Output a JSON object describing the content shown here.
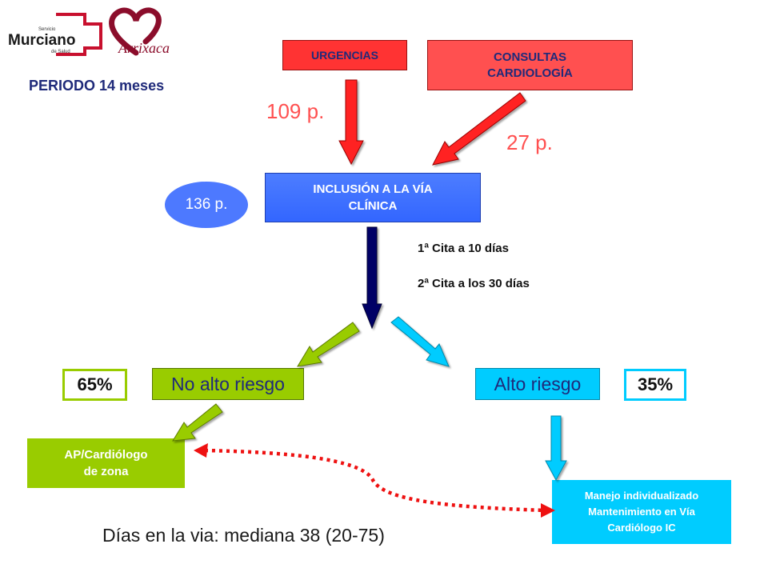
{
  "logos": {
    "servicio_line1": "Servicio",
    "servicio_line2": "Murciano",
    "servicio_line3": "de Salud",
    "arrixaca": "Arrixaca"
  },
  "period_label": "PERIODO 14 meses",
  "urgencias": {
    "label": "URGENCIAS",
    "count": "109 p."
  },
  "consultas": {
    "label_line1": "CONSULTAS",
    "label_line2": "CARDIOLOGÍA",
    "count": "27 p."
  },
  "inclusion": {
    "label_line1": "INCLUSIÓN  A LA VÍA",
    "label_line2": "CLÍNICA",
    "total": "136 p."
  },
  "appointments": {
    "first": "1ª Cita a 10 días",
    "second": "2ª Cita a los 30 días"
  },
  "no_alto": {
    "percent": "65%",
    "label": "No alto riesgo"
  },
  "alto": {
    "label": "Alto riesgo",
    "percent": "35%"
  },
  "ap_box": {
    "line1": "AP/Cardiólogo",
    "line2": "de zona"
  },
  "manejo_box": {
    "line1": "Manejo individualizado",
    "line2": "Mantenimiento en Vía",
    "line3": "Cardiólogo IC"
  },
  "footer": "Días en la via: mediana 38 (20-75)",
  "colors": {
    "dark_red": "#c00000",
    "red_box": "#ff3333",
    "salmon_box": "#ff5050",
    "salmon_text": "#ff5050",
    "blue_box": "#3366ff",
    "ellipse": "#4d79ff",
    "navy_arrow": "#000066",
    "green": "#99cc00",
    "cyan": "#00ccff",
    "dotted_red": "#ee1111",
    "dark_blue_text": "#1f2a7a"
  }
}
